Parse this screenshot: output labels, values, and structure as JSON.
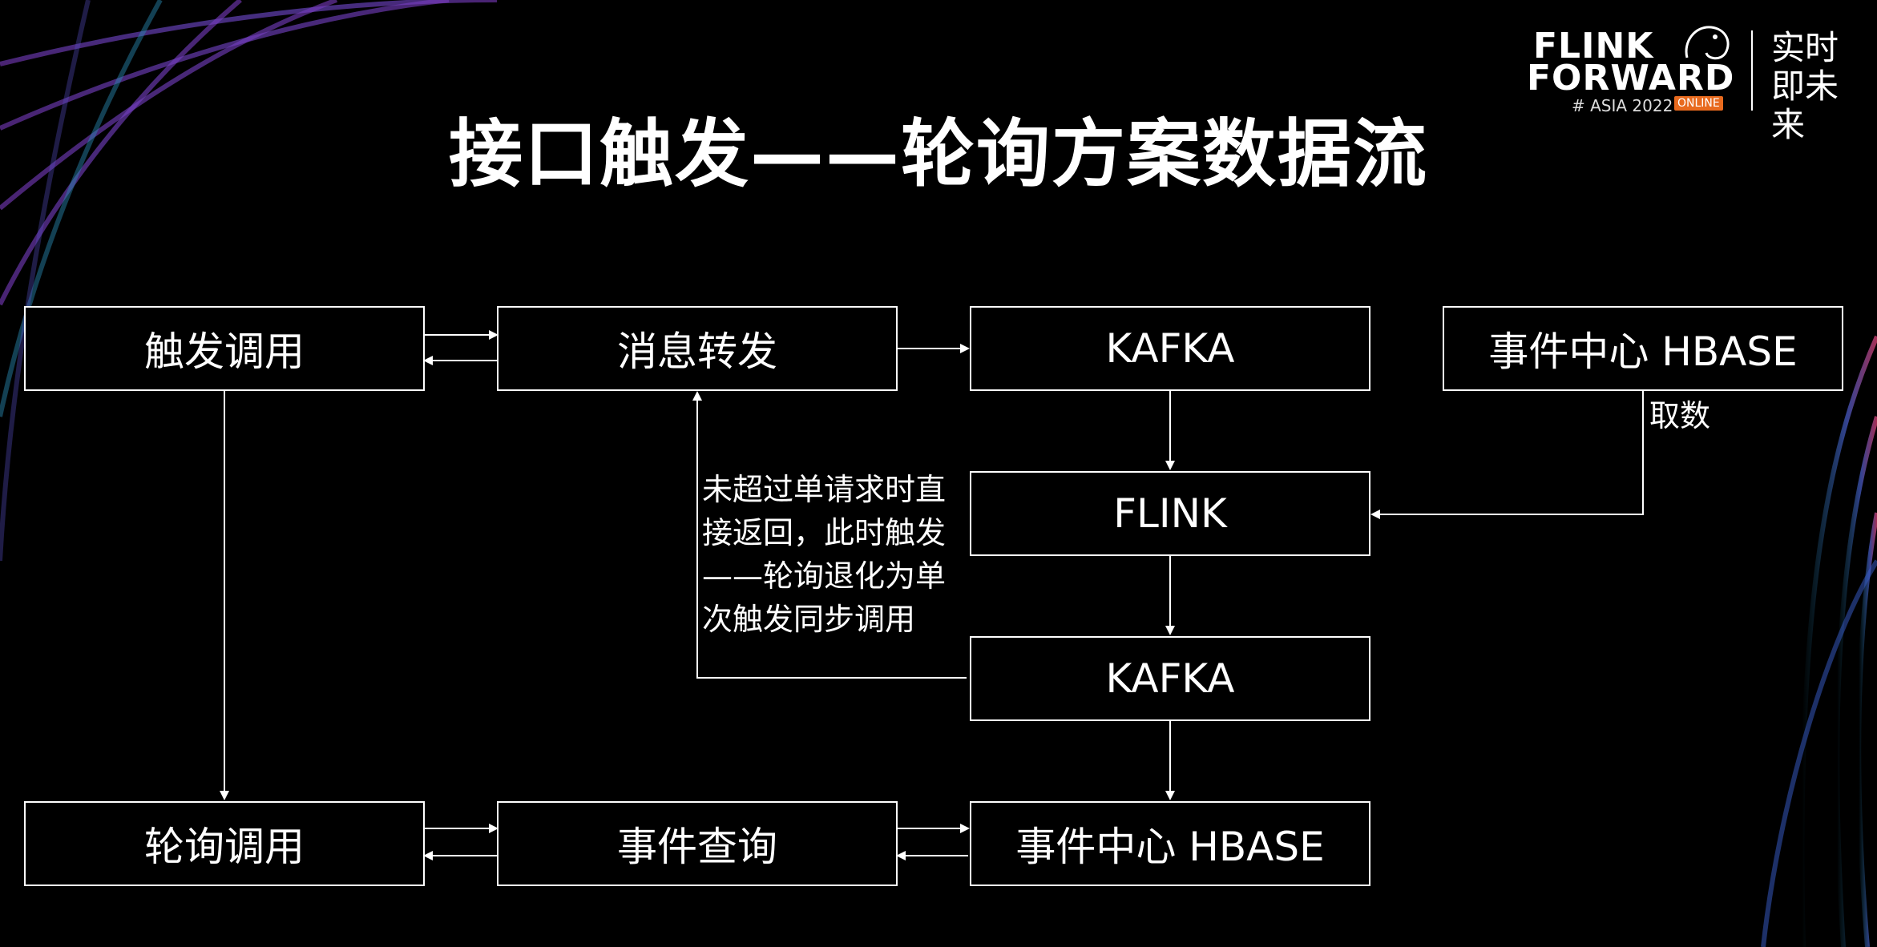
{
  "title": "接口触发——轮询方案数据流",
  "logo": {
    "line1": "FLINK",
    "line2": "FORWARD",
    "sub": "# ASIA 2022",
    "badge": "ONLINE",
    "cn": "实时即未来"
  },
  "nodes": {
    "trigger_call": "触发调用",
    "message_forward": "消息转发",
    "kafka_top": "KAFKA",
    "event_center_top": "事件中心 HBASE",
    "flink": "FLINK",
    "kafka_mid": "KAFKA",
    "poll_call": "轮询调用",
    "event_query": "事件查询",
    "event_center_bottom": "事件中心 HBASE"
  },
  "labels": {
    "fetch": "取数",
    "note_line1": "未超过单请求时直",
    "note_line2": "接返回，此时触发",
    "note_line3": "——轮询退化为单",
    "note_line4": "次触发同步调用"
  },
  "colors": {
    "background": "#000000",
    "foreground": "#ffffff",
    "accent": "#e86a1e"
  }
}
